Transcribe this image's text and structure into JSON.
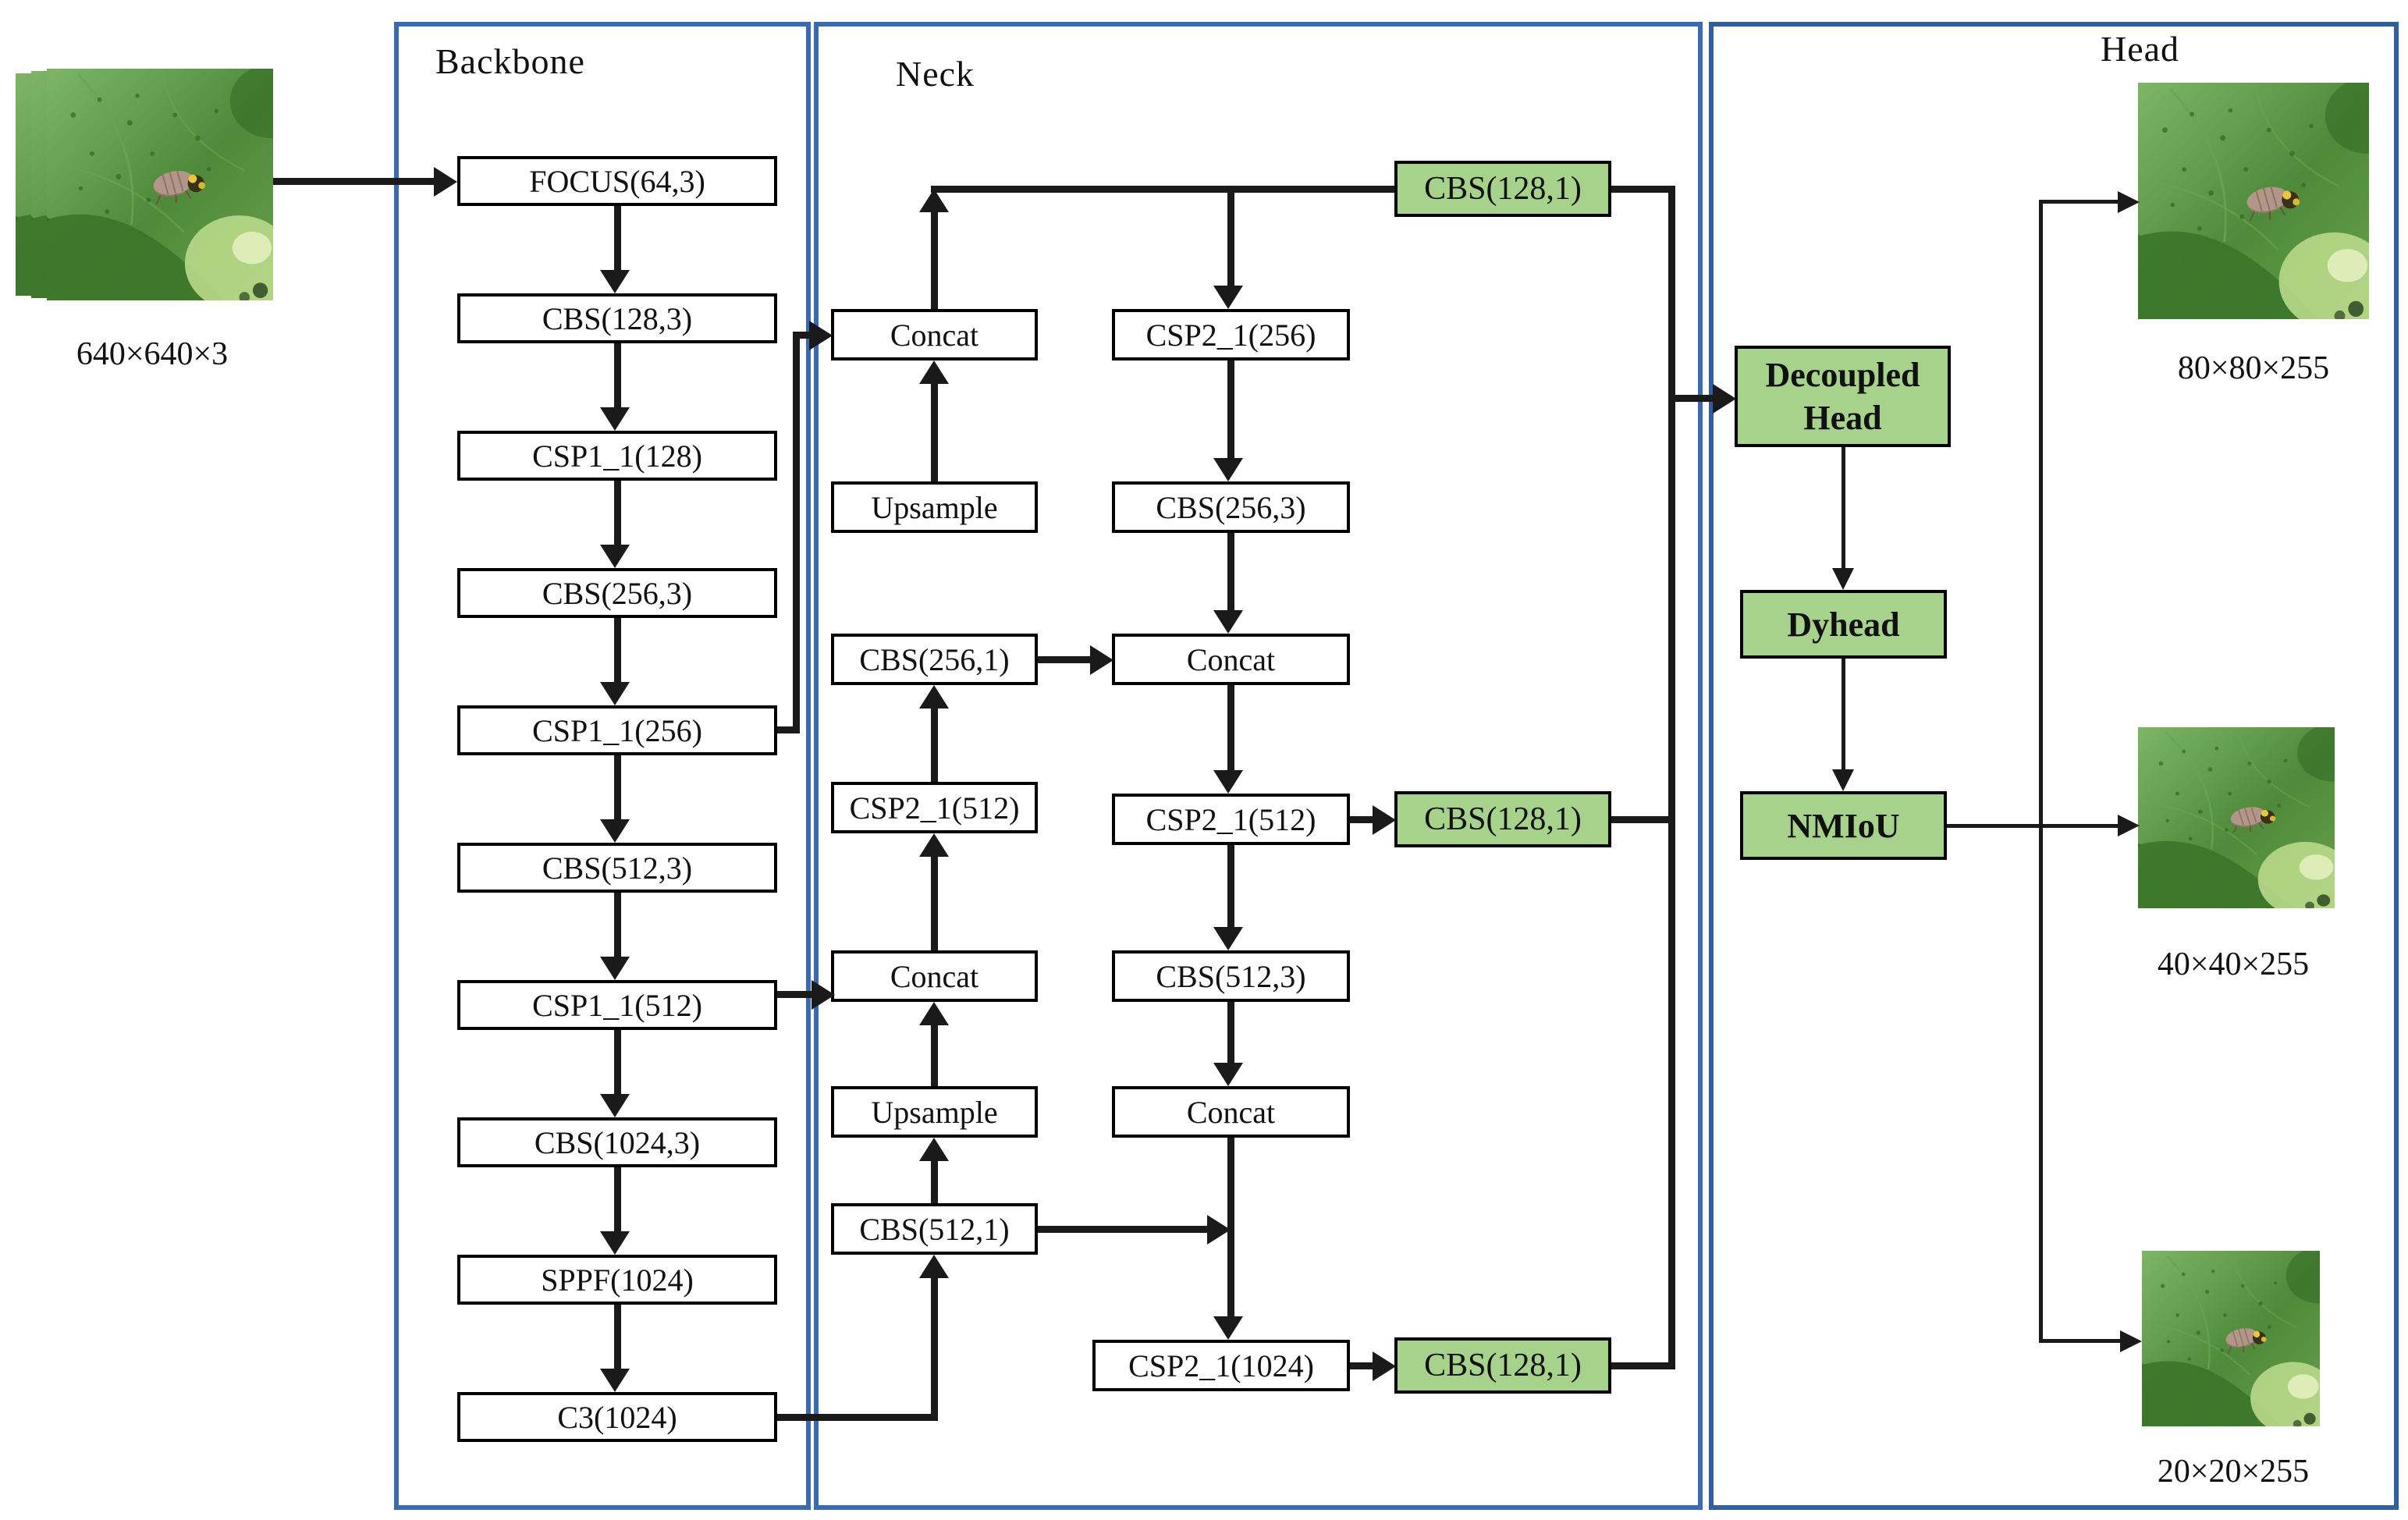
{
  "figure": {
    "type": "neural-network-architecture-diagram",
    "description": "Improved YOLOv5 pest-detection network with Backbone, Neck and Head"
  },
  "sections": {
    "backbone": {
      "label": "Backbone"
    },
    "neck": {
      "label": "Neck"
    },
    "head": {
      "label": "Head"
    }
  },
  "input": {
    "label": "640×640×3",
    "picture": "leaf-with-pest-photo"
  },
  "outputs": {
    "p3": {
      "label": "80×80×255",
      "picture": "leaf-with-pest-photo"
    },
    "p4": {
      "label": "40×40×255",
      "picture": "leaf-with-pest-photo"
    },
    "p5": {
      "label": "20×20×255",
      "picture": "leaf-with-pest-photo"
    }
  },
  "node_labels": {
    "focus": "FOCUS(64,3)",
    "cbs128_3": "CBS(128,3)",
    "csp1_128": "CSP1_1(128)",
    "cbs256_3": "CBS(256,3)",
    "csp1_256": "CSP1_1(256)",
    "cbs512_3": "CBS(512,3)",
    "csp1_512": "CSP1_1(512)",
    "cbs1024_3": "CBS(1024,3)",
    "sppf_1024": "SPPF(1024)",
    "c3_1024": "C3(1024)",
    "concat_top": "Concat",
    "upsample_top": "Upsample",
    "cbs256_1": "CBS(256,1)",
    "csp2_512_left": "CSP2_1(512)",
    "concat_mid": "Concat",
    "upsample_bottom": "Upsample",
    "cbs512_1": "CBS(512,1)",
    "csp2_256": "CSP2_1(256)",
    "cbs256_3_neck": "CBS(256,3)",
    "concat_right_top": "Concat",
    "csp2_512_right": "CSP2_1(512)",
    "cbs512_3_neck": "CBS(512,3)",
    "concat_right_bottom": "Concat",
    "csp2_1024": "CSP2_1(1024)",
    "cbs128_1_p3": "CBS(128,1)",
    "cbs128_1_p4": "CBS(128,1)",
    "cbs128_1_p5": "CBS(128,1)",
    "decoupled_head": "Decoupled Head",
    "dyhead": "Dyhead",
    "nmiou": "NMIoU"
  },
  "colors": {
    "section_border": "#3a6ab2",
    "head_section_border": "#2f5f9e",
    "node_green_fill": "#a6d28c",
    "node_white_fill": "#ffffff",
    "node_border": "#000000",
    "arrow": "#1a1a1a",
    "leaf_green": "#5d9a43"
  }
}
